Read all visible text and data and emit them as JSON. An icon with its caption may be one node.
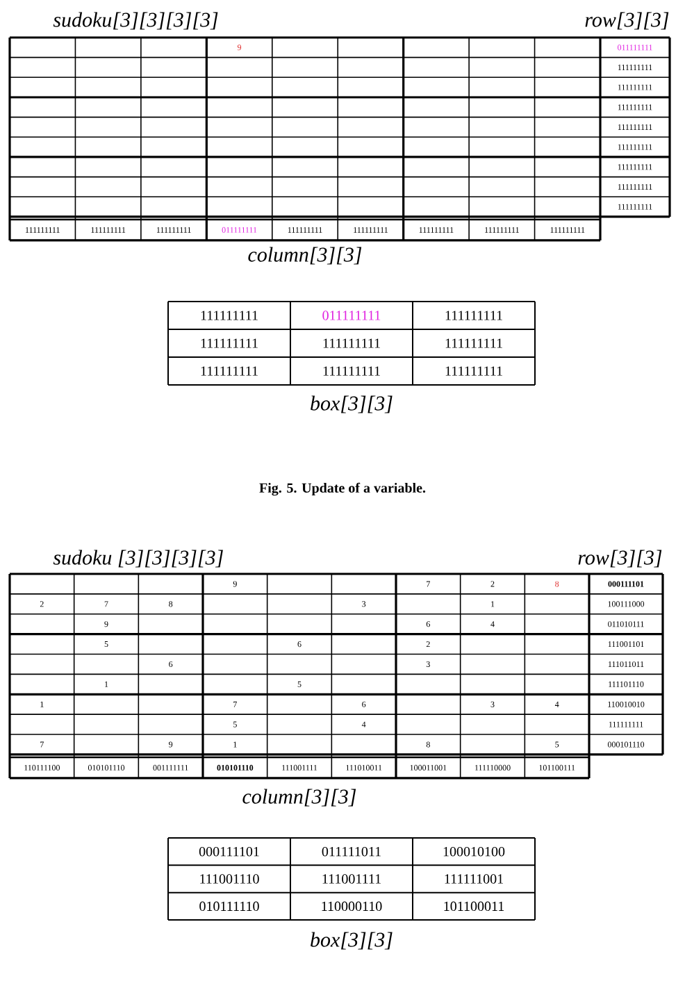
{
  "diagram": {
    "caption": "Fig. 5.    Update of a variable.",
    "labels": [
      "sudoku[3][3][3][3]",
      "row[3][3]",
      "9",
      "011111111",
      "111111111",
      "111111111",
      "111111111",
      "111111111",
      "111111111",
      "111111111",
      "111111111",
      "111111111",
      "111111111",
      "111111111",
      "111111111",
      "011111111",
      "111111111",
      "111111111",
      "111111111",
      "111111111",
      "111111111",
      "column[3][3]",
      "111111111",
      "011111111",
      "111111111",
      "111111111",
      "111111111",
      "111111111",
      "111111111",
      "111111111",
      "111111111",
      "box[3][3]",
      "sudoku [3][3][3][3]",
      "row[3][3]",
      "9",
      "7",
      "2",
      "8",
      "000111101",
      "2",
      "7",
      "8",
      "3",
      "1",
      "100111000",
      "9",
      "6",
      "4",
      "011010111",
      "5",
      "6",
      "2",
      "111001101",
      "6",
      "3",
      "111011011",
      "1",
      "5",
      "111101110",
      "1",
      "7",
      "6",
      "3",
      "4",
      "110010010",
      "5",
      "4",
      "111111111",
      "7",
      "9",
      "1",
      "8",
      "5",
      "000101110",
      "110111100",
      "010101110",
      "001111111",
      "010101110",
      "111001111",
      "111010011",
      "100011001",
      "111110000",
      "101100111",
      "column[3][3]",
      "000111101",
      "011111011",
      "100010100",
      "111001110",
      "111001111",
      "111111001",
      "010111110",
      "110000110",
      "101100011",
      "box[3][3]"
    ]
  }
}
